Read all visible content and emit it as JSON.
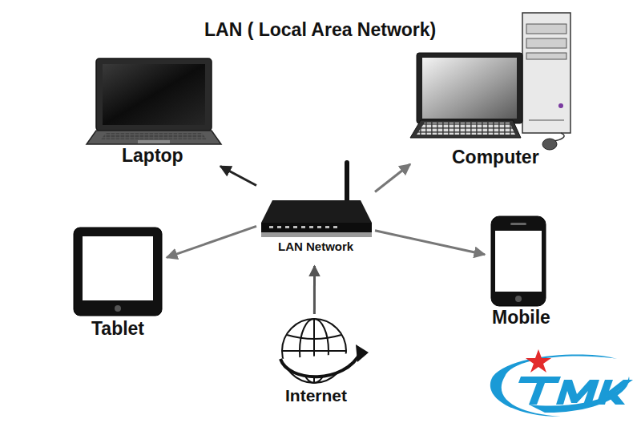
{
  "diagram": {
    "title": "LAN ( Local Area Network)",
    "nodes": [
      {
        "text": [
          "Laptop"
        ]
      },
      {
        "text": [
          "Computer"
        ]
      },
      {
        "text": [
          "LAN Network"
        ]
      },
      {
        "text": [
          "Tablet"
        ]
      },
      {
        "text": [
          "Mobile"
        ]
      },
      {
        "text": [
          "Internet"
        ]
      }
    ],
    "edges": [
      {
        "from": 2,
        "to": 0,
        "arrow": "to"
      },
      {
        "from": 2,
        "to": 1,
        "arrow": "to"
      },
      {
        "from": 2,
        "to": 3,
        "arrow": "to"
      },
      {
        "from": 2,
        "to": 4,
        "arrow": "to"
      },
      {
        "from": 5,
        "to": 2,
        "arrow": "to"
      }
    ]
  }
}
